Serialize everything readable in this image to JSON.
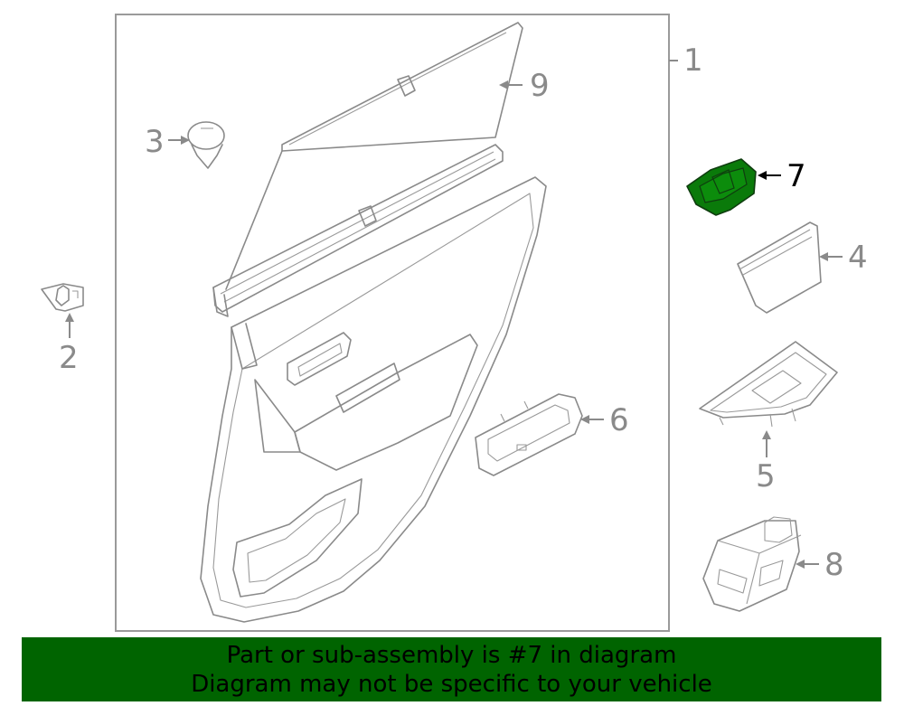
{
  "diagram": {
    "callouts": [
      "1",
      "2",
      "3",
      "4",
      "5",
      "6",
      "7",
      "8",
      "9"
    ],
    "highlighted_callout": "7",
    "highlight_color": "#0a7a0a",
    "footer_color": "#006400"
  },
  "footer": {
    "line1": "Part or sub-assembly is #7 in diagram",
    "line2": "Diagram may not be specific to your vehicle"
  }
}
